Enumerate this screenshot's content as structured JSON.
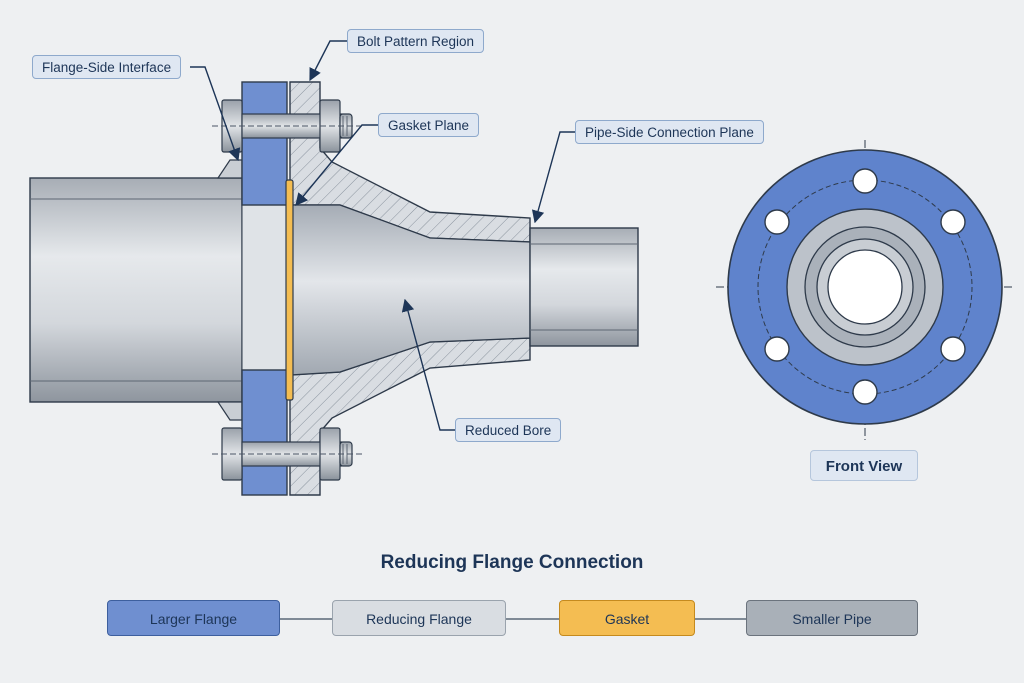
{
  "title": "Reducing Flange Connection",
  "callouts": {
    "flange_side_interface": "Flange-Side Interface",
    "bolt_pattern_region": "Bolt Pattern Region",
    "gasket_plane": "Gasket Plane",
    "pipe_side_connection_plane": "Pipe-Side Connection Plane",
    "reduced_bore": "Reduced Bore"
  },
  "front_view_label": "Front View",
  "legend": {
    "larger_flange": "Larger Flange",
    "reducing_flange": "Reducing Flange",
    "gasket": "Gasket",
    "smaller_pipe": "Smaller Pipe"
  },
  "colors": {
    "larger_flange": "#6f8fd0",
    "reducing_flange": "#d9dde2",
    "gasket": "#f4bd52",
    "smaller_pipe": "#a9b0b8",
    "outline": "#2e3a4a",
    "accent_text": "#1d3557"
  }
}
